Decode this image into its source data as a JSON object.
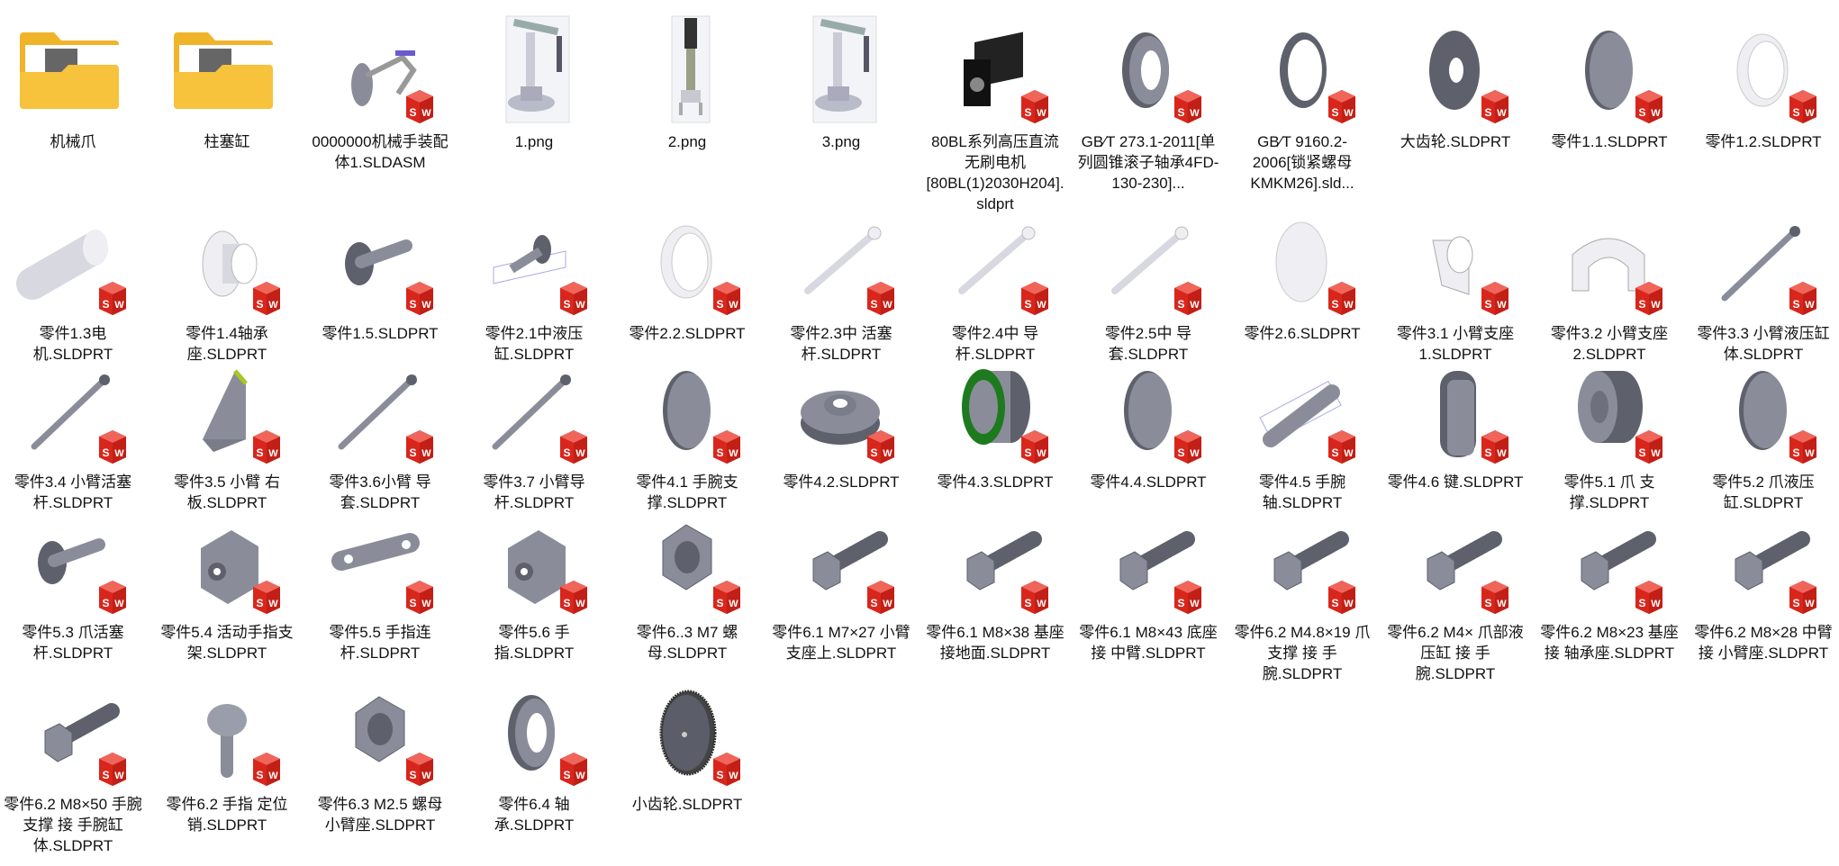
{
  "colors": {
    "folder": "#f7c23c",
    "folder_back": "#f0b429",
    "sw_badge": "#d9261c",
    "part_gray": "#8a8d99",
    "text": "#111111"
  },
  "rows": [
    {
      "items": [
        {
          "label": "机械爪",
          "kind": "folder",
          "thumbnail": "folder-icon"
        },
        {
          "label": "柱塞缸",
          "kind": "folder",
          "thumbnail": "folder-icon"
        },
        {
          "label": "0000000机械手装配体1.SLDASM",
          "kind": "solidworks",
          "thumbnail": "assembly"
        },
        {
          "label": "1.png",
          "kind": "image",
          "thumbnail": "robot-arm-image"
        },
        {
          "label": "2.png",
          "kind": "image",
          "thumbnail": "gripper-image"
        },
        {
          "label": "3.png",
          "kind": "image",
          "thumbnail": "robot-arm-image"
        },
        {
          "label": "80BL系列高压直流无刷电机[80BL(1)2030H204].sldprt",
          "kind": "solidworks",
          "thumbnail": "motor"
        },
        {
          "label": "GB∕T 273.1-2011[单列圆锥滚子轴承4FD-130-230]...",
          "kind": "solidworks",
          "thumbnail": "bearing"
        },
        {
          "label": "GB∕T 9160.2-2006[锁紧螺母KMKM26].sld...",
          "kind": "solidworks",
          "thumbnail": "ring"
        },
        {
          "label": "大齿轮.SLDPRT",
          "kind": "solidworks",
          "thumbnail": "washer"
        },
        {
          "label": "零件1.1.SLDPRT",
          "kind": "solidworks",
          "thumbnail": "disc"
        },
        {
          "label": "零件1.2.SLDPRT",
          "kind": "solidworks",
          "thumbnail": "ring-light"
        }
      ]
    },
    {
      "items": [
        {
          "label": "零件1.3电机.SLDPRT",
          "kind": "solidworks",
          "thumbnail": "cylinder-light"
        },
        {
          "label": "零件1.4轴承座.SLDPRT",
          "kind": "solidworks",
          "thumbnail": "flange-light"
        },
        {
          "label": "零件1.5.SLDPRT",
          "kind": "solidworks",
          "thumbnail": "pin"
        },
        {
          "label": "零件2.1中液压缸.SLDPRT",
          "kind": "solidworks",
          "thumbnail": "cylinder-rod"
        },
        {
          "label": "零件2.2.SLDPRT",
          "kind": "solidworks",
          "thumbnail": "ring-light"
        },
        {
          "label": "零件2.3中 活塞杆.SLDPRT",
          "kind": "solidworks",
          "thumbnail": "rod-light"
        },
        {
          "label": "零件2.4中 导杆.SLDPRT",
          "kind": "solidworks",
          "thumbnail": "rod-light"
        },
        {
          "label": "零件2.5中 导套.SLDPRT",
          "kind": "solidworks",
          "thumbnail": "rod-light"
        },
        {
          "label": "零件2.6.SLDPRT",
          "kind": "solidworks",
          "thumbnail": "disc-light"
        },
        {
          "label": "零件3.1 小臂支座1.SLDPRT",
          "kind": "solidworks",
          "thumbnail": "bracket-light"
        },
        {
          "label": "零件3.2 小臂支座2.SLDPRT",
          "kind": "solidworks",
          "thumbnail": "saddle-light"
        },
        {
          "label": "零件3.3 小臂液压缸体.SLDPRT",
          "kind": "solidworks",
          "thumbnail": "rod"
        }
      ]
    },
    {
      "items": [
        {
          "label": "零件3.4 小臂活塞杆.SLDPRT",
          "kind": "solidworks",
          "thumbnail": "rod"
        },
        {
          "label": "零件3.5 小臂 右板.SLDPRT",
          "kind": "solidworks",
          "thumbnail": "bracket"
        },
        {
          "label": "零件3.6小臂 导套.SLDPRT",
          "kind": "solidworks",
          "thumbnail": "rod"
        },
        {
          "label": "零件3.7 小臂导杆.SLDPRT",
          "kind": "solidworks",
          "thumbnail": "rod"
        },
        {
          "label": "零件4.1 手腕支撑.SLDPRT",
          "kind": "solidworks",
          "thumbnail": "disc"
        },
        {
          "label": "零件4.2.SLDPRT",
          "kind": "solidworks",
          "thumbnail": "flange"
        },
        {
          "label": "零件4.3.SLDPRT",
          "kind": "solidworks",
          "thumbnail": "cylinder-green"
        },
        {
          "label": "零件4.4.SLDPRT",
          "kind": "solidworks",
          "thumbnail": "disc"
        },
        {
          "label": "零件4.5 手腕 轴.SLDPRT",
          "kind": "solidworks",
          "thumbnail": "shaft"
        },
        {
          "label": "零件4.6 键.SLDPRT",
          "kind": "solidworks",
          "thumbnail": "key"
        },
        {
          "label": "零件5.1 爪 支撑.SLDPRT",
          "kind": "solidworks",
          "thumbnail": "cylinder"
        },
        {
          "label": "零件5.2 爪液压缸.SLDPRT",
          "kind": "solidworks",
          "thumbnail": "disc"
        }
      ]
    },
    {
      "items": [
        {
          "label": "零件5.3 爪活塞杆.SLDPRT",
          "kind": "solidworks",
          "thumbnail": "pin"
        },
        {
          "label": "零件5.4 活动手指支架.SLDPRT",
          "kind": "solidworks",
          "thumbnail": "block"
        },
        {
          "label": "零件5.5 手指连杆.SLDPRT",
          "kind": "solidworks",
          "thumbnail": "link"
        },
        {
          "label": "零件5.6 手指.SLDPRT",
          "kind": "solidworks",
          "thumbnail": "block"
        },
        {
          "label": "零件6..3 M7 螺母.SLDPRT",
          "kind": "solidworks",
          "thumbnail": "nut"
        },
        {
          "label": "零件6.1 M7×27 小臂支座上.SLDPRT",
          "kind": "solidworks",
          "thumbnail": "bolt"
        },
        {
          "label": "零件6.1 M8×38 基座接地面.SLDPRT",
          "kind": "solidworks",
          "thumbnail": "bolt"
        },
        {
          "label": "零件6.1 M8×43 底座 接 中臂.SLDPRT",
          "kind": "solidworks",
          "thumbnail": "bolt"
        },
        {
          "label": "零件6.2 M4.8×19 爪支撑 接 手腕.SLDPRT",
          "kind": "solidworks",
          "thumbnail": "bolt"
        },
        {
          "label": "零件6.2 M4× 爪部液压缸 接 手腕.SLDPRT",
          "kind": "solidworks",
          "thumbnail": "bolt"
        },
        {
          "label": "零件6.2 M8×23 基座 接 轴承座.SLDPRT",
          "kind": "solidworks",
          "thumbnail": "bolt"
        },
        {
          "label": "零件6.2 M8×28 中臂 接 小臂座.SLDPRT",
          "kind": "solidworks",
          "thumbnail": "bolt"
        }
      ]
    },
    {
      "items": [
        {
          "label": "零件6.2 M8×50 手腕支撑 接 手腕缸体.SLDPRT",
          "kind": "solidworks",
          "thumbnail": "bolt"
        },
        {
          "label": "零件6.2 手指 定位销.SLDPRT",
          "kind": "solidworks",
          "thumbnail": "locating-pin"
        },
        {
          "label": "零件6.3 M2.5 螺母 小臂座.SLDPRT",
          "kind": "solidworks",
          "thumbnail": "nut"
        },
        {
          "label": "零件6.4 轴承.SLDPRT",
          "kind": "solidworks",
          "thumbnail": "bearing"
        },
        {
          "label": "小齿轮.SLDPRT",
          "kind": "solidworks",
          "thumbnail": "gear"
        }
      ]
    }
  ]
}
